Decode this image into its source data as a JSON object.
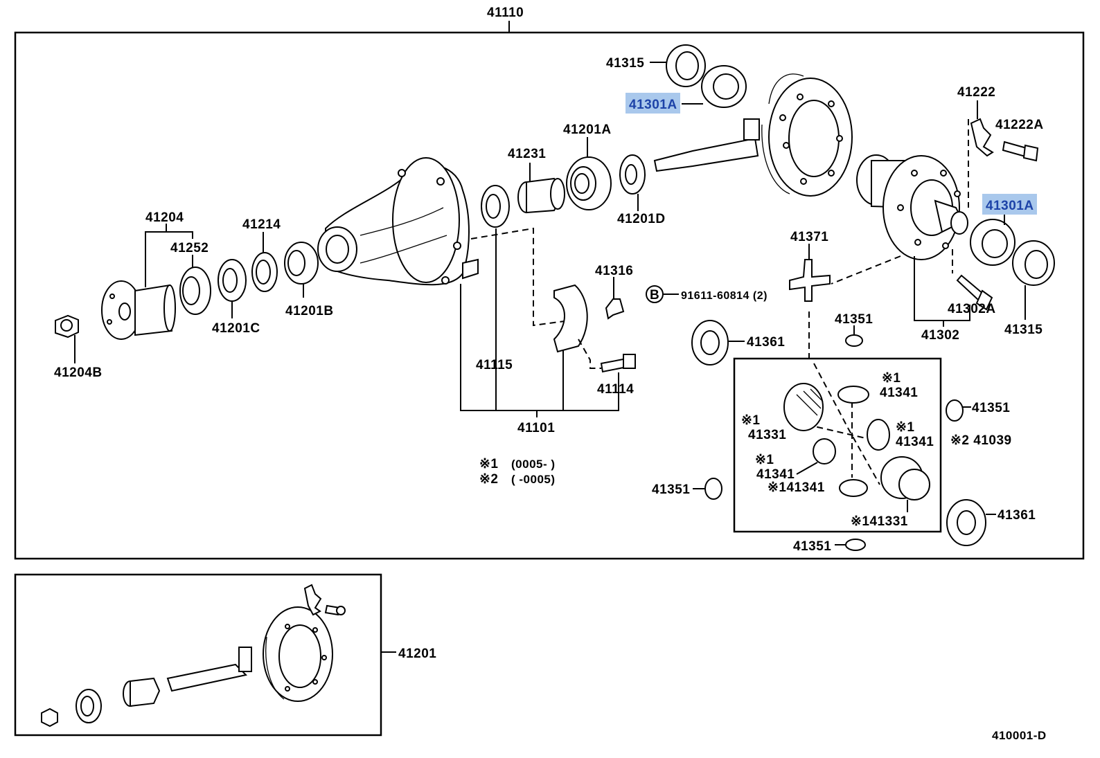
{
  "diagram": {
    "top_assembly": "41110",
    "figure_code": "410001-D",
    "notes": [
      {
        "mark": "※1",
        "text": "(0005-        )"
      },
      {
        "mark": "※2",
        "text": "(        -0005)"
      }
    ],
    "bolt_ref": {
      "symbol": "B",
      "text": "91611-60814 (2)"
    },
    "highlight_color": "#a9c8ec",
    "parts": {
      "p41315_top": "41315",
      "p41301A_top": "41301A",
      "p41222": "41222",
      "p41222A": "41222A",
      "p41301A_right": "41301A",
      "p41231": "41231",
      "p41201A": "41201A",
      "p41201D": "41201D",
      "p41204": "41204",
      "p41252": "41252",
      "p41214": "41214",
      "p41201C": "41201C",
      "p41201B": "41201B",
      "p41204B": "41204B",
      "p41371": "41371",
      "p41316": "41316",
      "p41351_a": "41351",
      "p41361_a": "41361",
      "p41302A": "41302A",
      "p41302": "41302",
      "p41315_right": "41315",
      "p41115": "41115",
      "p41114": "41114",
      "p41101": "41101",
      "m1_a": "※1",
      "p41341_a": "41341",
      "m1_b": "※1",
      "p41331_a": "41331",
      "m1_c": "※1",
      "p41341_b": "41341",
      "m2_41039": "※2 41039",
      "p41351_b": "41351",
      "m1_d": "※1",
      "p41341_c": "41341",
      "p41341_d": "※141341",
      "p41331_b": "※141331",
      "p41351_c": "41351",
      "p41361_b": "41361",
      "p41351_d": "41351",
      "p41201": "41201"
    }
  }
}
